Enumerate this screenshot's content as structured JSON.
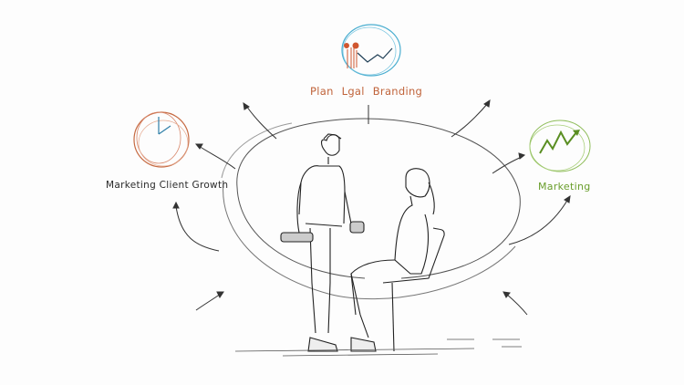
{
  "illustration": {
    "description": "Hand-drawn sketch: a personal trainer holding dumbbells speaks with a seated client inside a large oval, surrounded by arrows pointing to three themed icons",
    "colors": {
      "background": "#fdfdfd",
      "ink": "#2a2a2a",
      "top_icon_circle": "#4aaed0",
      "top_icon_accent": "#d0562e",
      "left_icon_circle": "#c66a42",
      "left_icon_hand": "#2f7fa8",
      "right_icon": "#6a9e2c"
    },
    "nodes": [
      {
        "id": "top",
        "label": "Plan Lgal Branding",
        "icon": "chart-growth-icon",
        "color": "#c0633a"
      },
      {
        "id": "left",
        "label": "Marketing Client Growth",
        "icon": "clock-icon",
        "color": "#2a2a2a"
      },
      {
        "id": "right",
        "label": "Marketing",
        "icon": "trend-up-icon",
        "color": "#6a9e2c"
      }
    ],
    "center_scene": {
      "figures": [
        "trainer-standing-with-dumbbells",
        "client-seated-on-chair"
      ]
    }
  }
}
